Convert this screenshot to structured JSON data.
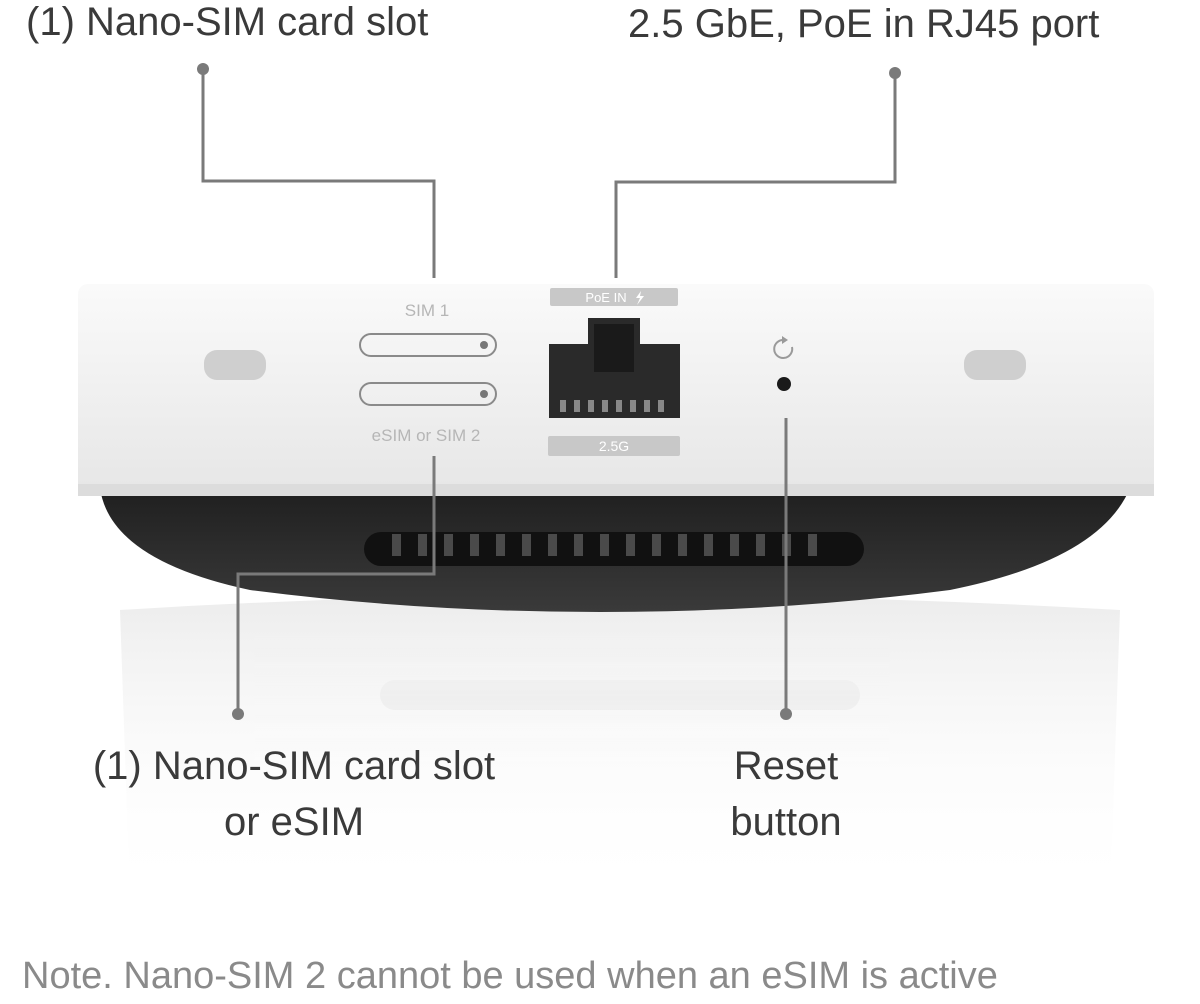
{
  "callouts": {
    "sim1_slot": "(1) Nano-SIM card slot",
    "rj45_port": "2.5 GbE, PoE in RJ45 port",
    "sim2_slot_line1": "(1) Nano-SIM card slot",
    "sim2_slot_line2": "or eSIM",
    "reset_line1": "Reset",
    "reset_line2": "button"
  },
  "device_labels": {
    "sim1": "SIM 1",
    "sim2": "eSIM or SIM 2",
    "poe_in": "PoE IN",
    "speed": "2.5G"
  },
  "icons": {
    "poe": "lightning-bolt-icon",
    "reset": "circular-arrow-icon"
  },
  "note": "Note. Nano-SIM 2 cannot be used when an eSIM is active",
  "colors": {
    "leader_line": "#7a7a7a",
    "device_body": "#f2f2f2",
    "device_base": "#2b2b2b",
    "label_text": "#3a3a3a",
    "note_text": "#8a8a8a"
  }
}
